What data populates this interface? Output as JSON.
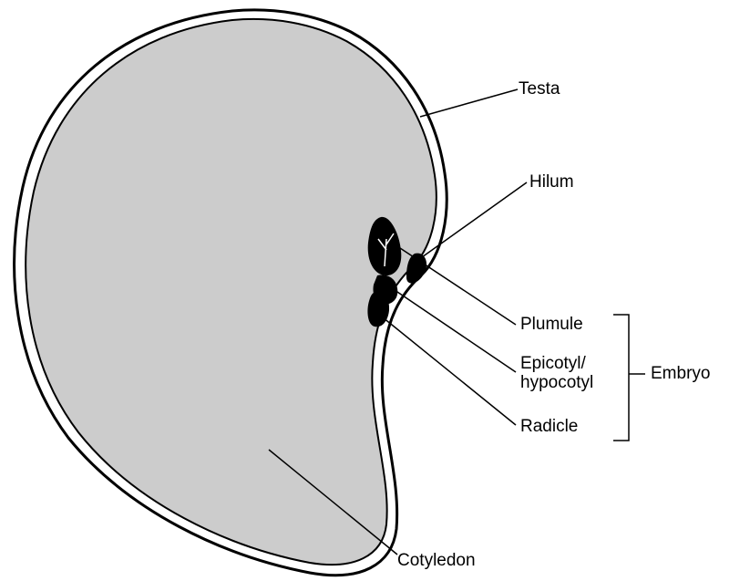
{
  "diagram": {
    "labels": {
      "testa": "Testa",
      "hilum": "Hilum",
      "plumule": "Plumule",
      "epicotyl_line1": "Epicotyl/",
      "epicotyl_line2": "hypocotyl",
      "radicle": "Radicle",
      "embryo": "Embryo",
      "cotyledon": "Cotyledon"
    },
    "colors": {
      "cotyledon_fill": "#cccccc",
      "outline": "#000000",
      "seed_coat": "#ffffff"
    }
  }
}
